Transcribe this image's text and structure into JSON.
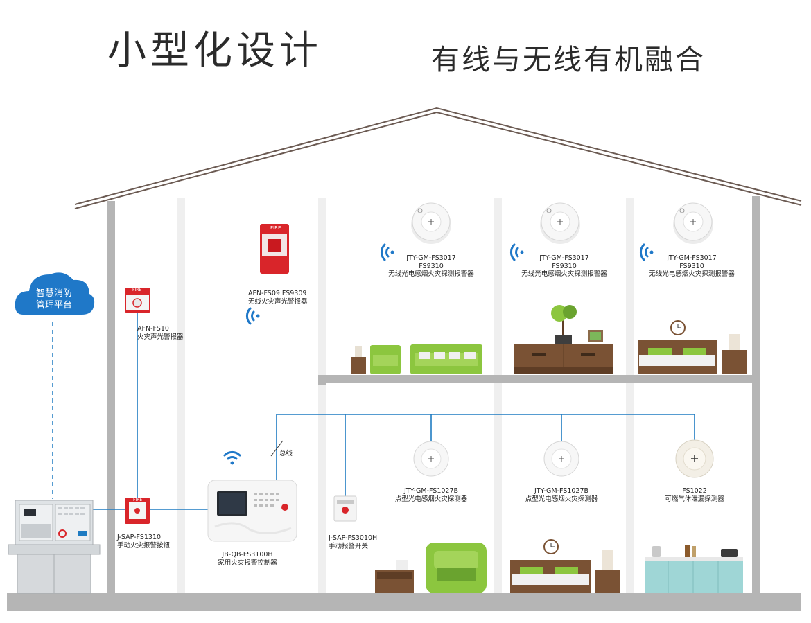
{
  "headlines": {
    "left": "小型化设计",
    "right": "有线与无线有机融合"
  },
  "cloud": {
    "line1": "智慧消防",
    "line2": "管理平台"
  },
  "bus_label": "总线",
  "devices": {
    "afn_fs10": {
      "model": "AFN-FS10",
      "name": "火灾声光警报器",
      "badge": "FIRE"
    },
    "afn_fs09": {
      "model": "AFN-FS09  FS9309",
      "name": "无线火灾声光警报器",
      "badge": "FIRE"
    },
    "smoke_wireless_1": {
      "model": "JTY-GM-FS3017",
      "model2": "FS9310",
      "name": "无线光电感烟火灾探测报警器"
    },
    "smoke_wireless_2": {
      "model": "JTY-GM-FS3017",
      "model2": "FS9310",
      "name": "无线光电感烟火灾探测报警器"
    },
    "smoke_wireless_3": {
      "model": "JTY-GM-FS3017",
      "model2": "FS9310",
      "name": "无线光电感烟火灾探测报警器"
    },
    "sap_fs1310": {
      "model": "J-SAP-FS1310",
      "name": "手动火灾报警按钮",
      "badge": "FIRE"
    },
    "controller": {
      "model": "JB-QB-FS3100H",
      "name": "家用火灾报警控制器"
    },
    "sap_fs3010h": {
      "model": "J-SAP-FS3010H",
      "name": "手动报警开关"
    },
    "smoke_wired_1": {
      "model": "JTY-GM-FS1027B",
      "name": "点型光电感烟火灾探测器"
    },
    "smoke_wired_2": {
      "model": "JTY-GM-FS1027B",
      "name": "点型光电感烟火灾探测器"
    },
    "gas_fs1022": {
      "model": "FS1022",
      "name": "可燃气体泄漏探测器"
    }
  },
  "colors": {
    "wire": "#1f7bc2",
    "cloud": "#1f78c8",
    "wall": "#b5b5b5",
    "pillar": "#eeeeee",
    "roof": "#6b5a52",
    "alarm_red": "#d9252a",
    "sofa_green": "#8cc63f",
    "wood": "#7a5234"
  }
}
